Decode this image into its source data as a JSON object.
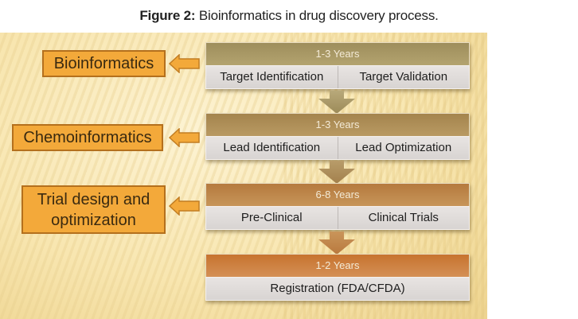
{
  "caption": {
    "label": "Figure 2:",
    "text": " Bioinformatics in drug discovery process."
  },
  "side_labels": [
    {
      "text": "Bioinformatics"
    },
    {
      "text": "Chemoinformatics"
    },
    {
      "text": "Trial design and optimization"
    }
  ],
  "stages": [
    {
      "duration": "1-3 Years",
      "steps": [
        "Target Identification",
        "Target Validation"
      ],
      "head_color": "#a89763"
    },
    {
      "duration": "1-3 Years",
      "steps": [
        "Lead Identification",
        "Lead Optimization"
      ],
      "head_color": "#ac8d56"
    },
    {
      "duration": "6-8 Years",
      "steps": [
        "Pre-Clinical",
        "Clinical Trials"
      ],
      "head_color": "#bb8447"
    },
    {
      "duration": "1-2 Years",
      "steps": [
        "Registration (FDA/CFDA)"
      ],
      "head_color": "#cd7d3a"
    }
  ],
  "colors": {
    "label_fill": "#f3a93a",
    "label_border": "#b4701d",
    "arrow_fill": "#f3a93a"
  }
}
